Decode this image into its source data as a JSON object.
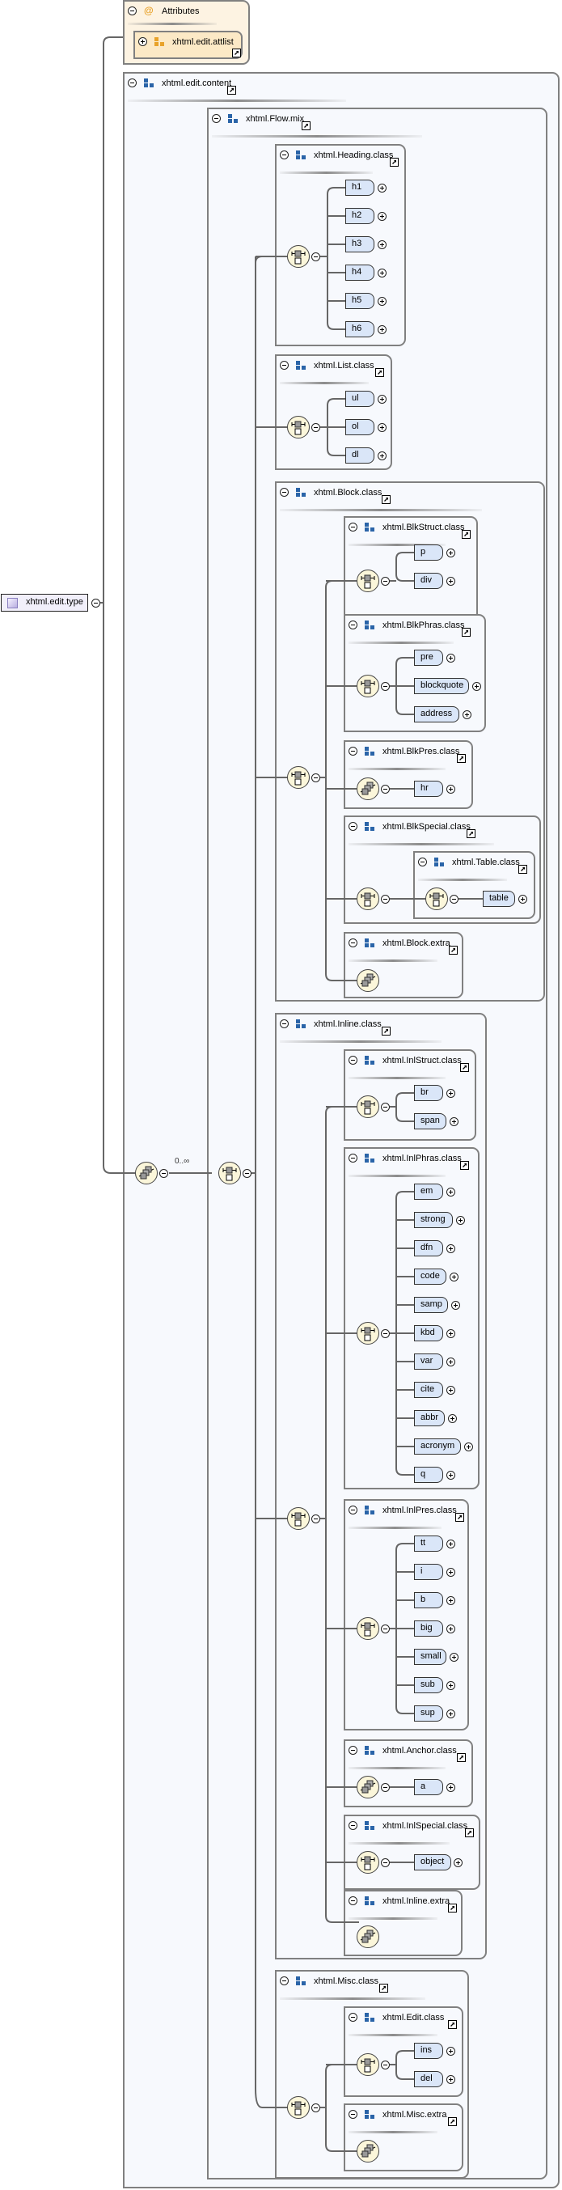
{
  "root": {
    "label": "xhtml.edit.type",
    "icon": "complex-type-icon"
  },
  "attributes": {
    "title": "Attributes",
    "icon": "attribute-at-icon",
    "group": {
      "label": "xhtml.edit.attlist"
    }
  },
  "content": {
    "label": "xhtml.edit.content",
    "occurrence": "0..∞",
    "flow": {
      "label": "xhtml.Flow.mix",
      "heading": {
        "label": "xhtml.Heading.class",
        "elements": [
          "h1",
          "h2",
          "h3",
          "h4",
          "h5",
          "h6"
        ]
      },
      "list": {
        "label": "xhtml.List.class",
        "elements": [
          "ul",
          "ol",
          "dl"
        ]
      },
      "block": {
        "label": "xhtml.Block.class",
        "blkstruct": {
          "label": "xhtml.BlkStruct.class",
          "elements": [
            "p",
            "div"
          ]
        },
        "blkphras": {
          "label": "xhtml.BlkPhras.class",
          "elements": [
            "pre",
            "blockquote",
            "address"
          ]
        },
        "blkpres": {
          "label": "xhtml.BlkPres.class",
          "elements": [
            "hr"
          ]
        },
        "blkspecial": {
          "label": "xhtml.BlkSpecial.class",
          "table": {
            "label": "xhtml.Table.class",
            "elements": [
              "table"
            ]
          }
        },
        "blockextra": {
          "label": "xhtml.Block.extra"
        }
      },
      "inline": {
        "label": "xhtml.Inline.class",
        "inlstruct": {
          "label": "xhtml.InlStruct.class",
          "elements": [
            "br",
            "span"
          ]
        },
        "inlphras": {
          "label": "xhtml.InlPhras.class",
          "elements": [
            "em",
            "strong",
            "dfn",
            "code",
            "samp",
            "kbd",
            "var",
            "cite",
            "abbr",
            "acronym",
            "q"
          ]
        },
        "inlpres": {
          "label": "xhtml.InlPres.class",
          "elements": [
            "tt",
            "i",
            "b",
            "big",
            "small",
            "sub",
            "sup"
          ]
        },
        "anchor": {
          "label": "xhtml.Anchor.class",
          "elements": [
            "a"
          ]
        },
        "inlspecial": {
          "label": "xhtml.InlSpecial.class",
          "elements": [
            "object"
          ]
        },
        "inlineextra": {
          "label": "xhtml.Inline.extra"
        }
      },
      "misc": {
        "label": "xhtml.Misc.class",
        "edit": {
          "label": "xhtml.Edit.class",
          "elements": [
            "ins",
            "del"
          ]
        },
        "miscextra": {
          "label": "xhtml.Misc.extra"
        }
      }
    }
  }
}
